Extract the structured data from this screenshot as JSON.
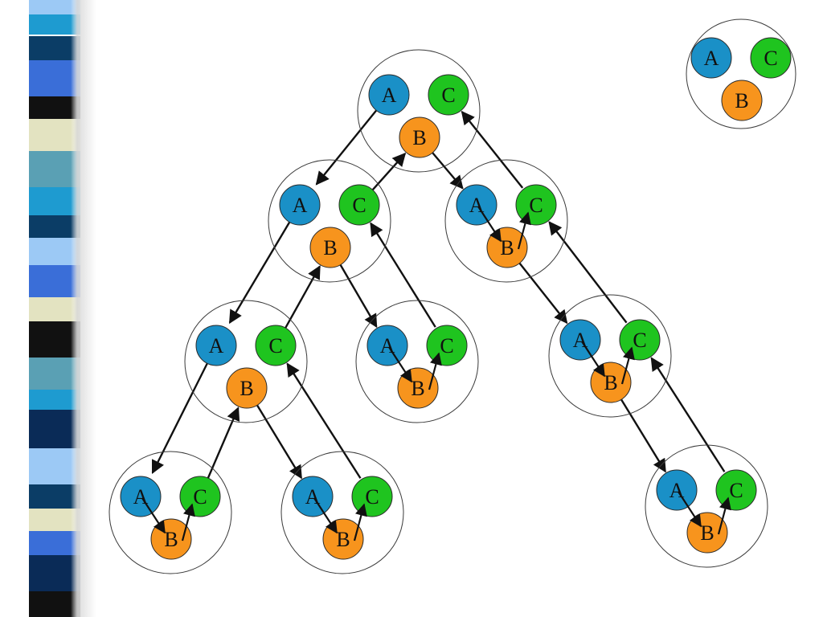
{
  "colors": {
    "background": "#ffffff",
    "node_a": "#1a90c7",
    "node_c": "#1fc41f",
    "node_b": "#f7941d",
    "node_stroke": "#2a2a2a",
    "group_stroke": "#3a3a3a",
    "arrow": "#111111",
    "stripe_palette": [
      "#e3e3c1",
      "#0b3d66",
      "#3a6ed8",
      "#1e9bd0",
      "#111111",
      "#5aa0b4",
      "#9cc9f5",
      "#0a2b57"
    ]
  },
  "labels": {
    "a": "A",
    "c": "C",
    "b": "B"
  },
  "diagram": {
    "legend": {
      "name": "legend-group"
    },
    "groups": [
      {
        "id": "g-root"
      },
      {
        "id": "g-l1-left"
      },
      {
        "id": "g-l1-right"
      },
      {
        "id": "g-l2-left"
      },
      {
        "id": "g-l2-mid"
      },
      {
        "id": "g-l2-right"
      },
      {
        "id": "g-l3-left"
      },
      {
        "id": "g-l3-mid"
      },
      {
        "id": "g-l3-right"
      }
    ]
  }
}
